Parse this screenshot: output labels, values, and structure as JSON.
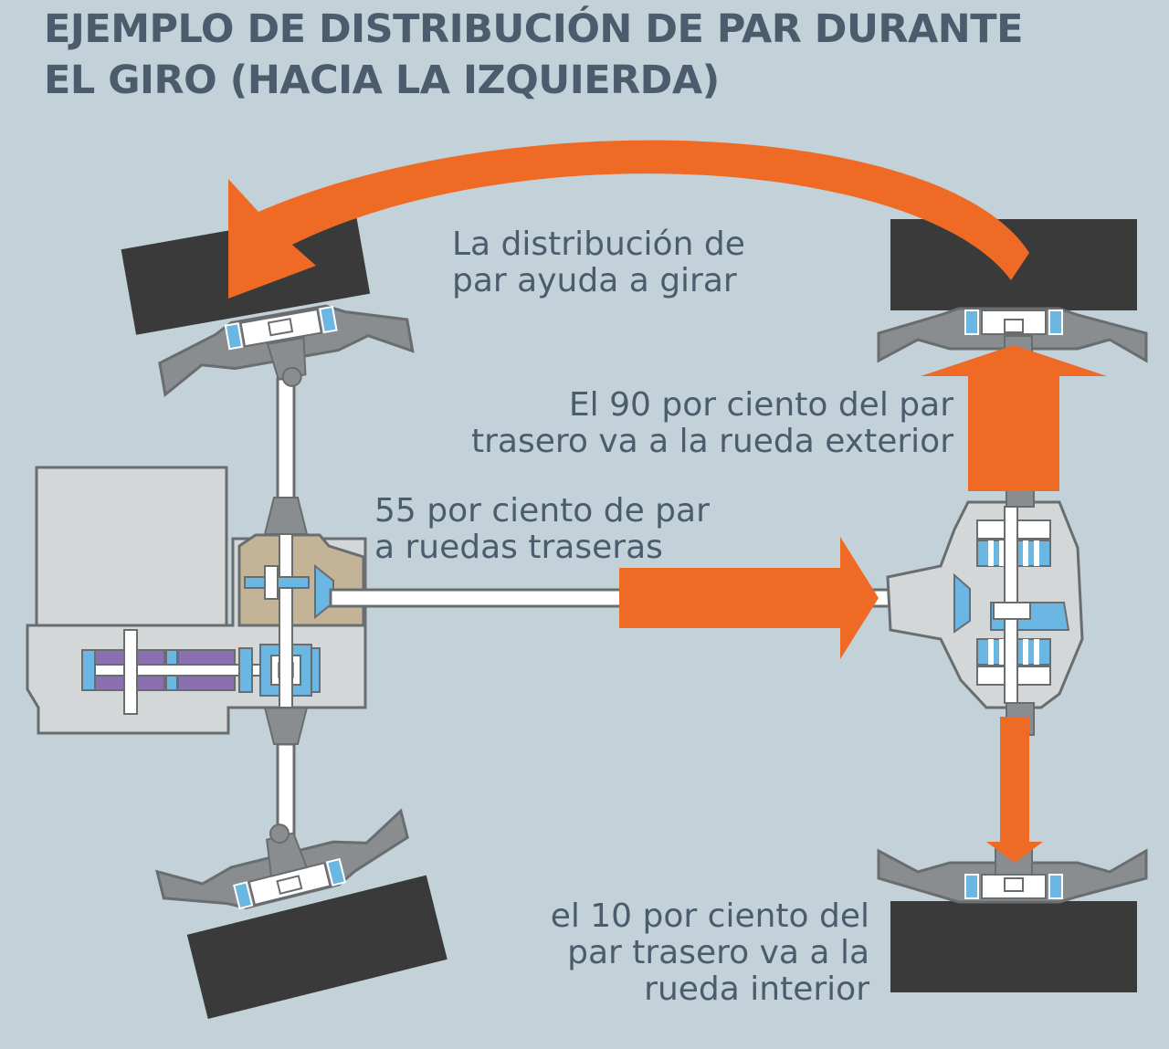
{
  "title": {
    "line1": "EJEMPLO DE DISTRIBUCIÓN DE PAR DURANTE",
    "line2": "EL GIRO (HACIA LA IZQUIERDA)"
  },
  "labels": {
    "turn_help": [
      "La distribución de",
      "par ayuda a girar"
    ],
    "rear_outer": [
      "El 90 por ciento del par",
      "trasero va a la rueda exterior"
    ],
    "rear_split": [
      "55 por ciento de par",
      "a ruedas traseras"
    ],
    "rear_inner": [
      "el 10 por ciento del",
      "par trasero va a la",
      "rueda interior"
    ]
  },
  "torque": {
    "to_rear_axle_percent": 55,
    "rear_outer_wheel_percent": 90,
    "rear_inner_wheel_percent": 10
  },
  "colors": {
    "background": "#c3d1d8",
    "text": "#4b5d6d",
    "arrow": "#ef6a24",
    "tire": "#3a3a3a",
    "suspension": "#7d8083",
    "housing": "#d4d7d8",
    "transfer_case": "#c4b497",
    "gearbox_internal": "#8a70b0",
    "gear_blue": "#6ab7e4"
  }
}
